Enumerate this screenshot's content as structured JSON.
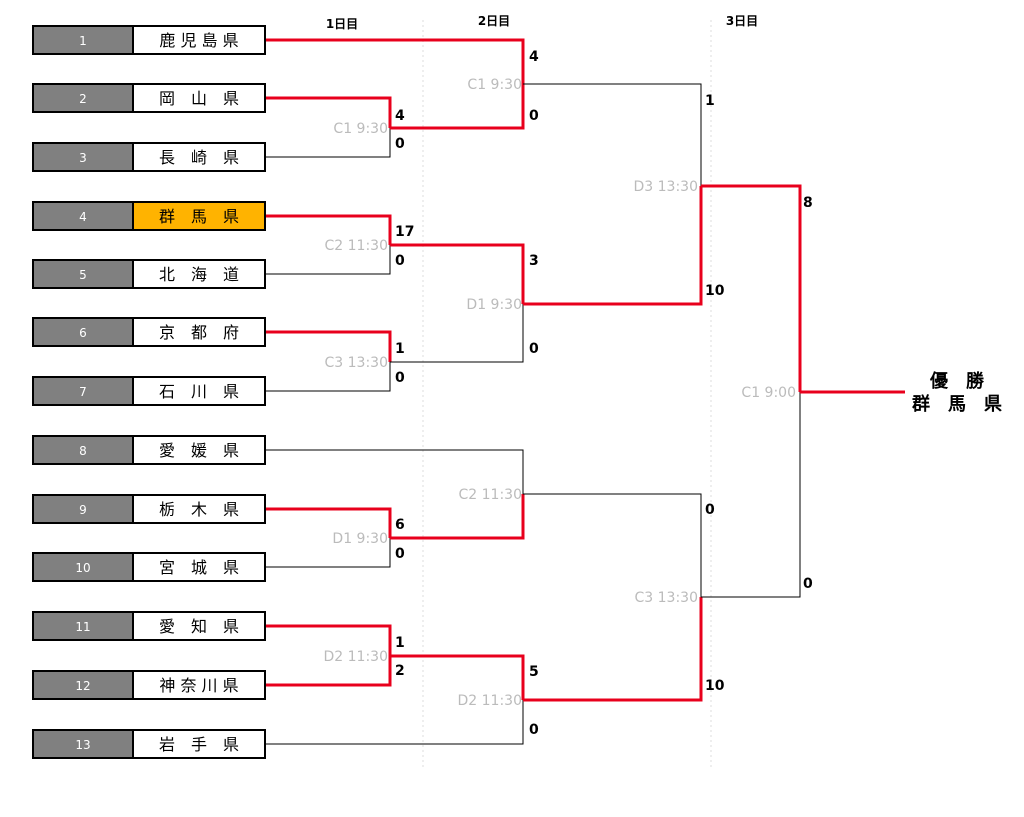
{
  "colors": {
    "win_line": "#e8001c",
    "line": "#000000",
    "num_bg": "#808080",
    "highlight": "#ffb300",
    "label_gray": "#bbbbbb"
  },
  "days": [
    {
      "id": "d1",
      "label": "1日目"
    },
    {
      "id": "d2",
      "label": "2日目"
    },
    {
      "id": "d3",
      "label": "3日目"
    }
  ],
  "teams": [
    {
      "seed": "1",
      "name": "鹿 児 島 県"
    },
    {
      "seed": "2",
      "name": "岡　山　県"
    },
    {
      "seed": "3",
      "name": "長　崎　県"
    },
    {
      "seed": "4",
      "name": "群　馬　県",
      "highlight": true
    },
    {
      "seed": "5",
      "name": "北　海　道"
    },
    {
      "seed": "6",
      "name": "京　都　府"
    },
    {
      "seed": "7",
      "name": "石　川　県"
    },
    {
      "seed": "8",
      "name": "愛　媛　県"
    },
    {
      "seed": "9",
      "name": "栃　木　県"
    },
    {
      "seed": "10",
      "name": "宮　城　県"
    },
    {
      "seed": "11",
      "name": "愛　知　県"
    },
    {
      "seed": "12",
      "name": "神 奈 川 県"
    },
    {
      "seed": "13",
      "name": "岩　手　県"
    }
  ],
  "matches": {
    "r1a": {
      "label": "C1 9:30",
      "score_top": "4",
      "score_bottom": "0"
    },
    "r1b": {
      "label": "C2 11:30",
      "score_top": "17",
      "score_bottom": "0"
    },
    "r1c": {
      "label": "C3 13:30",
      "score_top": "1",
      "score_bottom": "0"
    },
    "r1d": {
      "label": "D1 9:30",
      "score_top": "6",
      "score_bottom": "0"
    },
    "r1e": {
      "label": "D2 11:30",
      "score_top": "1",
      "score_bottom": "2"
    },
    "r2a": {
      "label": "C1 9:30",
      "score_top": "4",
      "score_bottom": "0"
    },
    "r2b": {
      "label": "D1 9:30",
      "score_top": "3",
      "score_bottom": "0"
    },
    "r2c": {
      "label": "C2 11:30",
      "score_top": "",
      "score_bottom": ""
    },
    "r2d": {
      "label": "D2 11:30",
      "score_top": "5",
      "score_bottom": "0"
    },
    "r3a": {
      "label": "D3 13:30",
      "score_top": "1",
      "score_bottom": "10"
    },
    "r3b": {
      "label": "C3 13:30",
      "score_top": "0",
      "score_bottom": "10"
    },
    "final": {
      "label": "C1 9:00",
      "score_top": "8",
      "score_bottom": "0"
    }
  },
  "champion": {
    "title": "優　勝",
    "team": "群　馬　県"
  }
}
